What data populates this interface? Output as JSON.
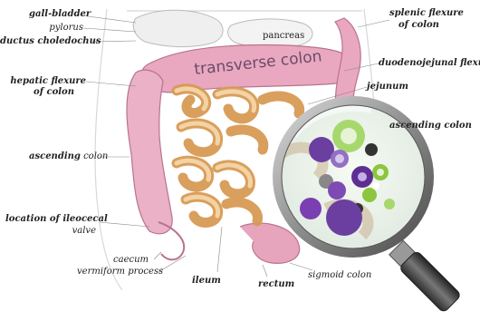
{
  "labels": {
    "gall_bladder": "gall-bladder",
    "pylorus": "pylorus",
    "ductus_choledochus": "ductus choledochus",
    "hepatic_flexure": "hepatic flexure",
    "hepatic_flexure_2": "of colon",
    "ascending_colon_a": "ascending",
    "ascending_colon_b": "colon",
    "ileocecal_a": "location of ileocecal",
    "ileocecal_b": "valve",
    "caecum": "caecum",
    "vermiform": "vermiform process",
    "ileum": "ileum",
    "rectum": "rectum",
    "sigmoid": "sigmoid colon",
    "pancreas": "pancreas",
    "transverse": "transverse colon",
    "splenic_a": "splenic flexure",
    "splenic_b": "of colon",
    "duodenojejunal": "duodenojejunal flexure",
    "jejunum": "jejunum",
    "descending": "ascending colon"
  },
  "colors": {
    "colon": "#e9a8c0",
    "intestine": "#edc48d",
    "lens_ring": "#8a8a8a",
    "lens_handle": "#444444",
    "bacteria_green": "#8cc63f",
    "bacteria_purple": "#6b3fa0"
  },
  "icons": [
    "magnifying-glass-icon",
    "bacteria-icon"
  ]
}
